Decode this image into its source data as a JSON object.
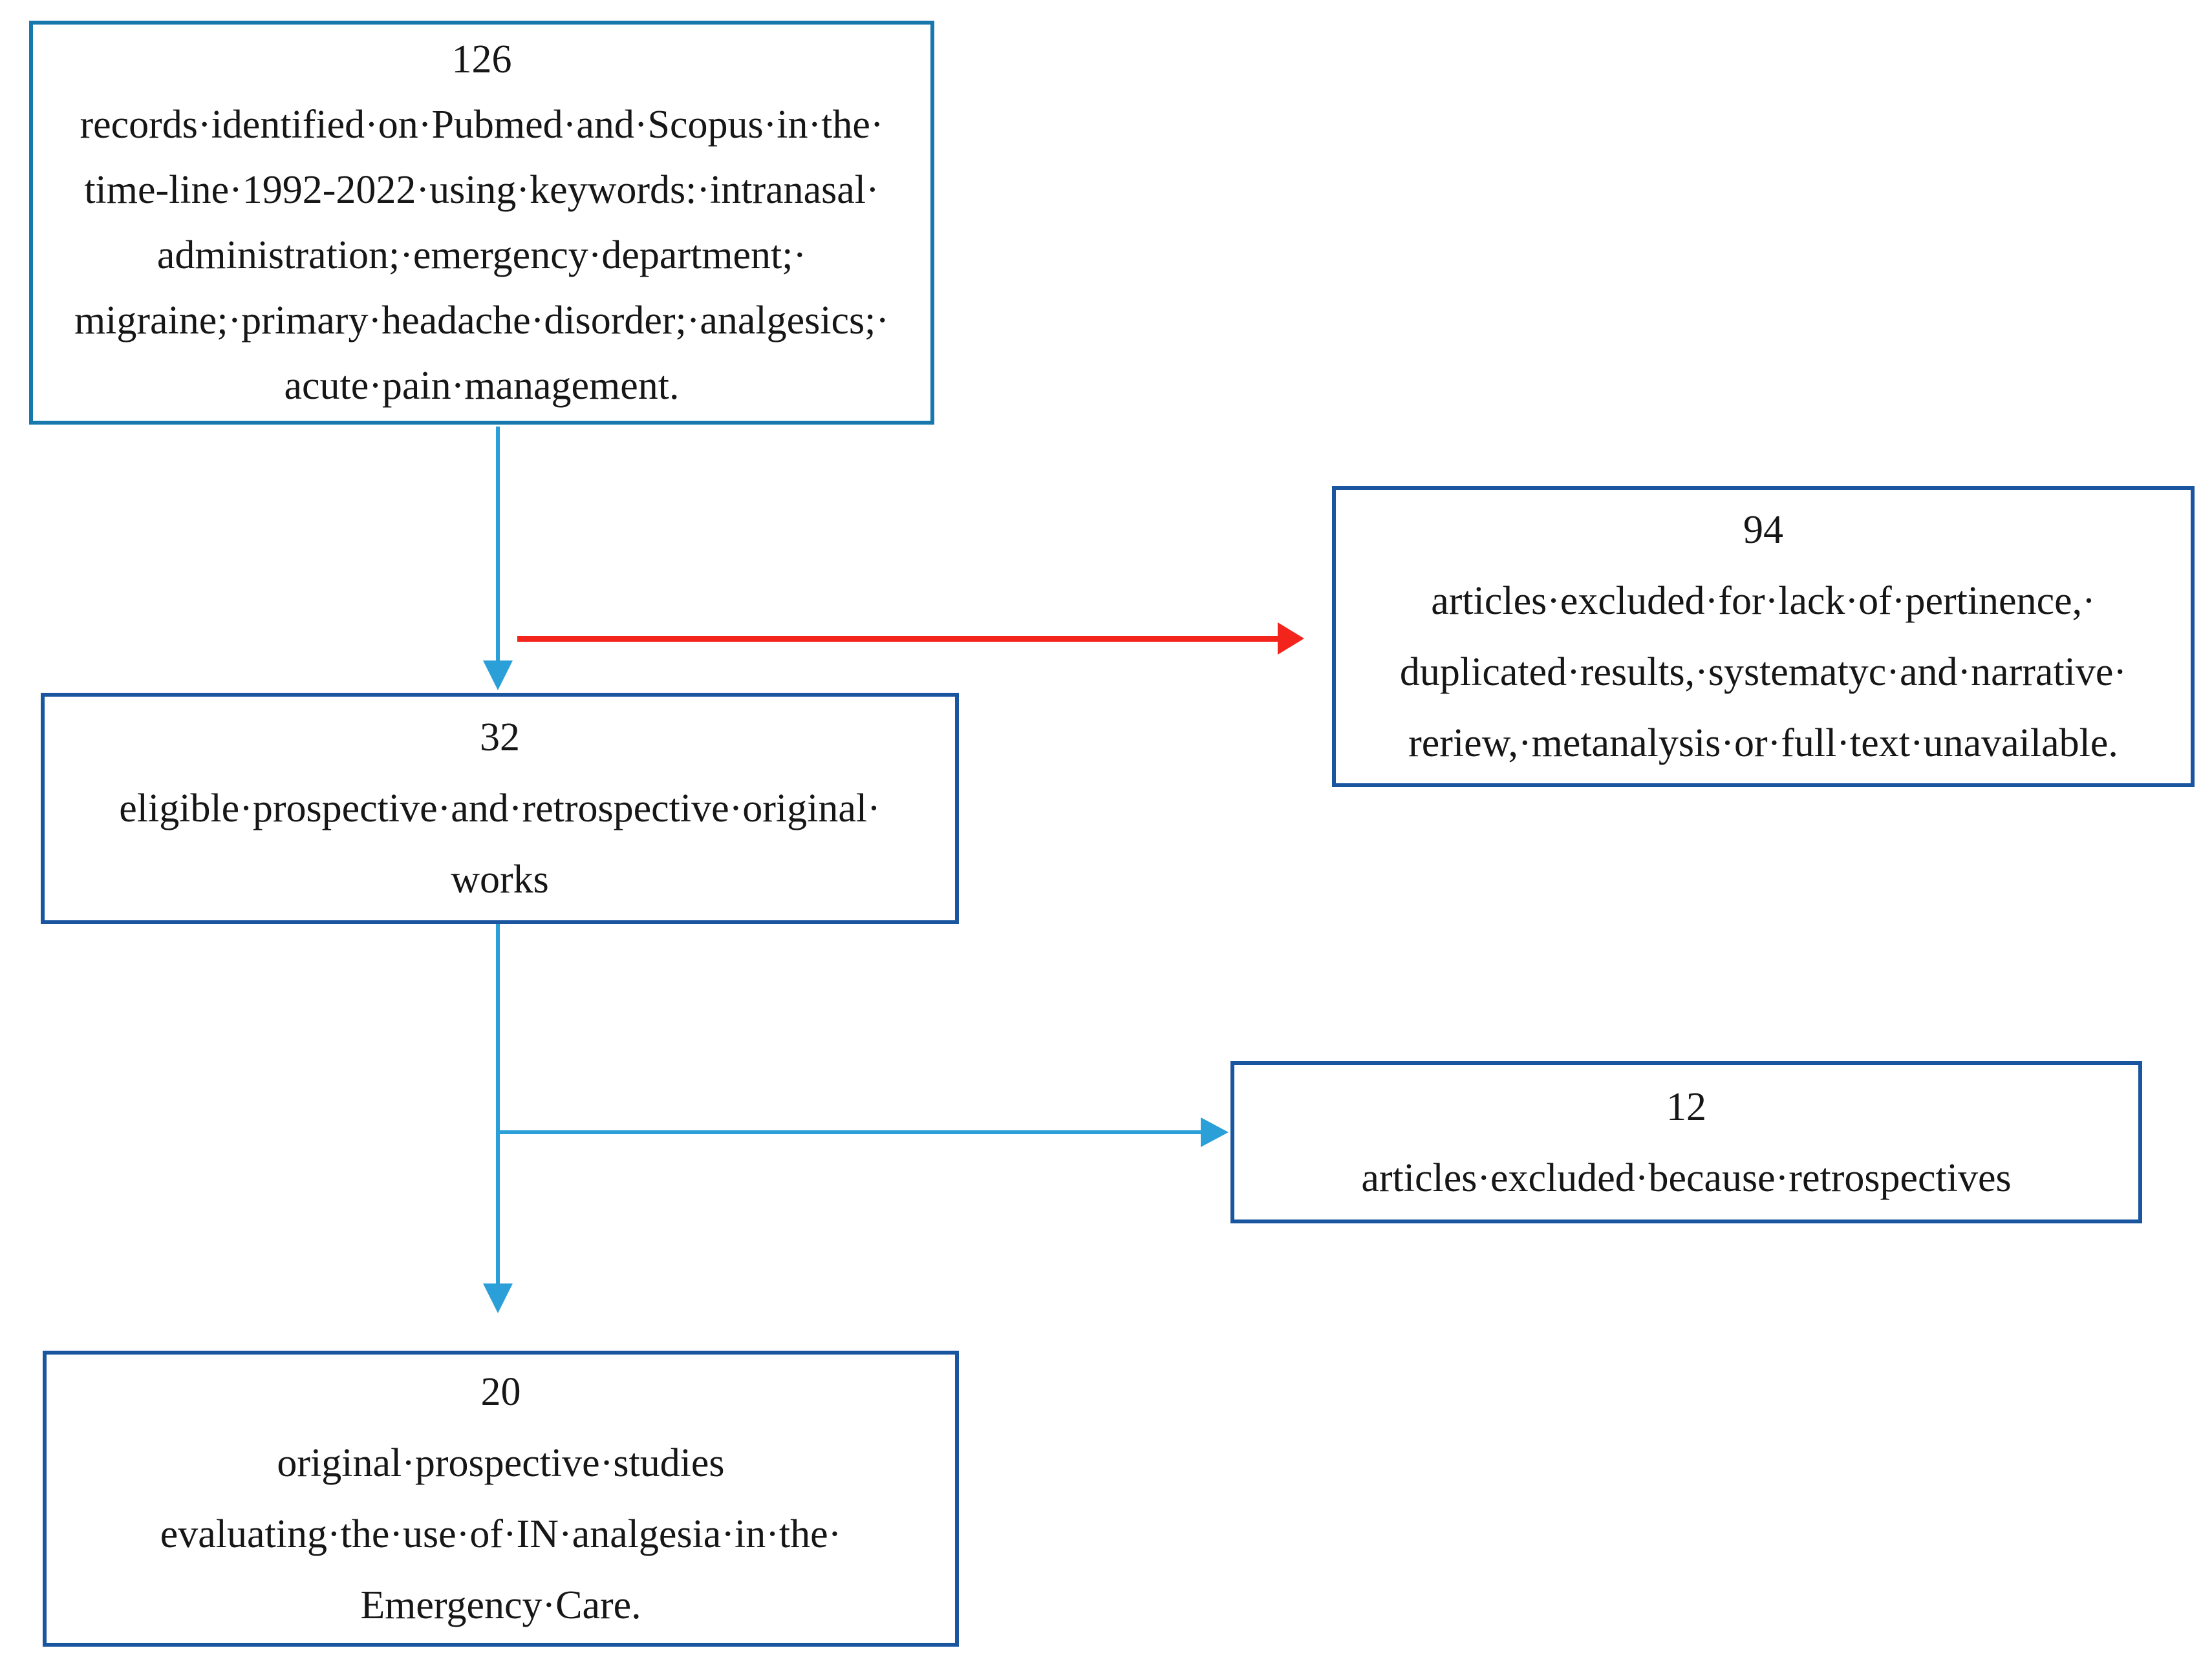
{
  "diagram_type": "literature-selection-flowchart",
  "boxes": [
    {
      "id": "records-identified",
      "count": "126",
      "lines": [
        "126",
        "records·identified·on·Pubmed·and·Scopus·in·the·",
        "time-line·1992-2022·using·keywords:·intranasal·",
        "administration;·emergency·department;·",
        "migraine;·primary·headache·disorder;·analgesics;·",
        "acute·pain·management."
      ]
    },
    {
      "id": "articles-excluded-pertinence",
      "count": "94",
      "lines": [
        "94",
        "articles·excluded·for·lack·of·pertinence,·",
        "duplicated·results,·systematyc·and·narrative·",
        "reriew,·metanalysis·or·full·text·unavailable."
      ]
    },
    {
      "id": "eligible-works",
      "count": "32",
      "lines": [
        "32",
        "eligible·prospective·and·retrospective·original·",
        "works"
      ]
    },
    {
      "id": "articles-excluded-retrospectives",
      "count": "12",
      "lines": [
        "12",
        "articles·excluded·because·retrospectives"
      ]
    },
    {
      "id": "original-prospective-studies",
      "count": "20",
      "lines": [
        "20",
        "original·prospective·studies",
        "evaluating·the·use·of·IN·analgesia·in·the·",
        "Emergency·Care."
      ]
    }
  ],
  "connectors": [
    {
      "from": "records-identified",
      "to": "eligible-works",
      "direction": "down",
      "color": "#2b9fd8"
    },
    {
      "from": "records-identified",
      "to": "articles-excluded-pertinence",
      "direction": "right",
      "color": "#f3241b"
    },
    {
      "from": "eligible-works",
      "to": "articles-excluded-retrospectives",
      "direction": "right",
      "color": "#2b9fd8"
    },
    {
      "from": "eligible-works",
      "to": "original-prospective-studies",
      "direction": "down",
      "color": "#2b9fd8"
    }
  ],
  "colors": {
    "top_box_border": "#1878ad",
    "box_border": "#1a55a0",
    "arrow_blue": "#2b9fd8",
    "arrow_red": "#f3241b",
    "text": "#161616",
    "background": "#ffffff"
  }
}
